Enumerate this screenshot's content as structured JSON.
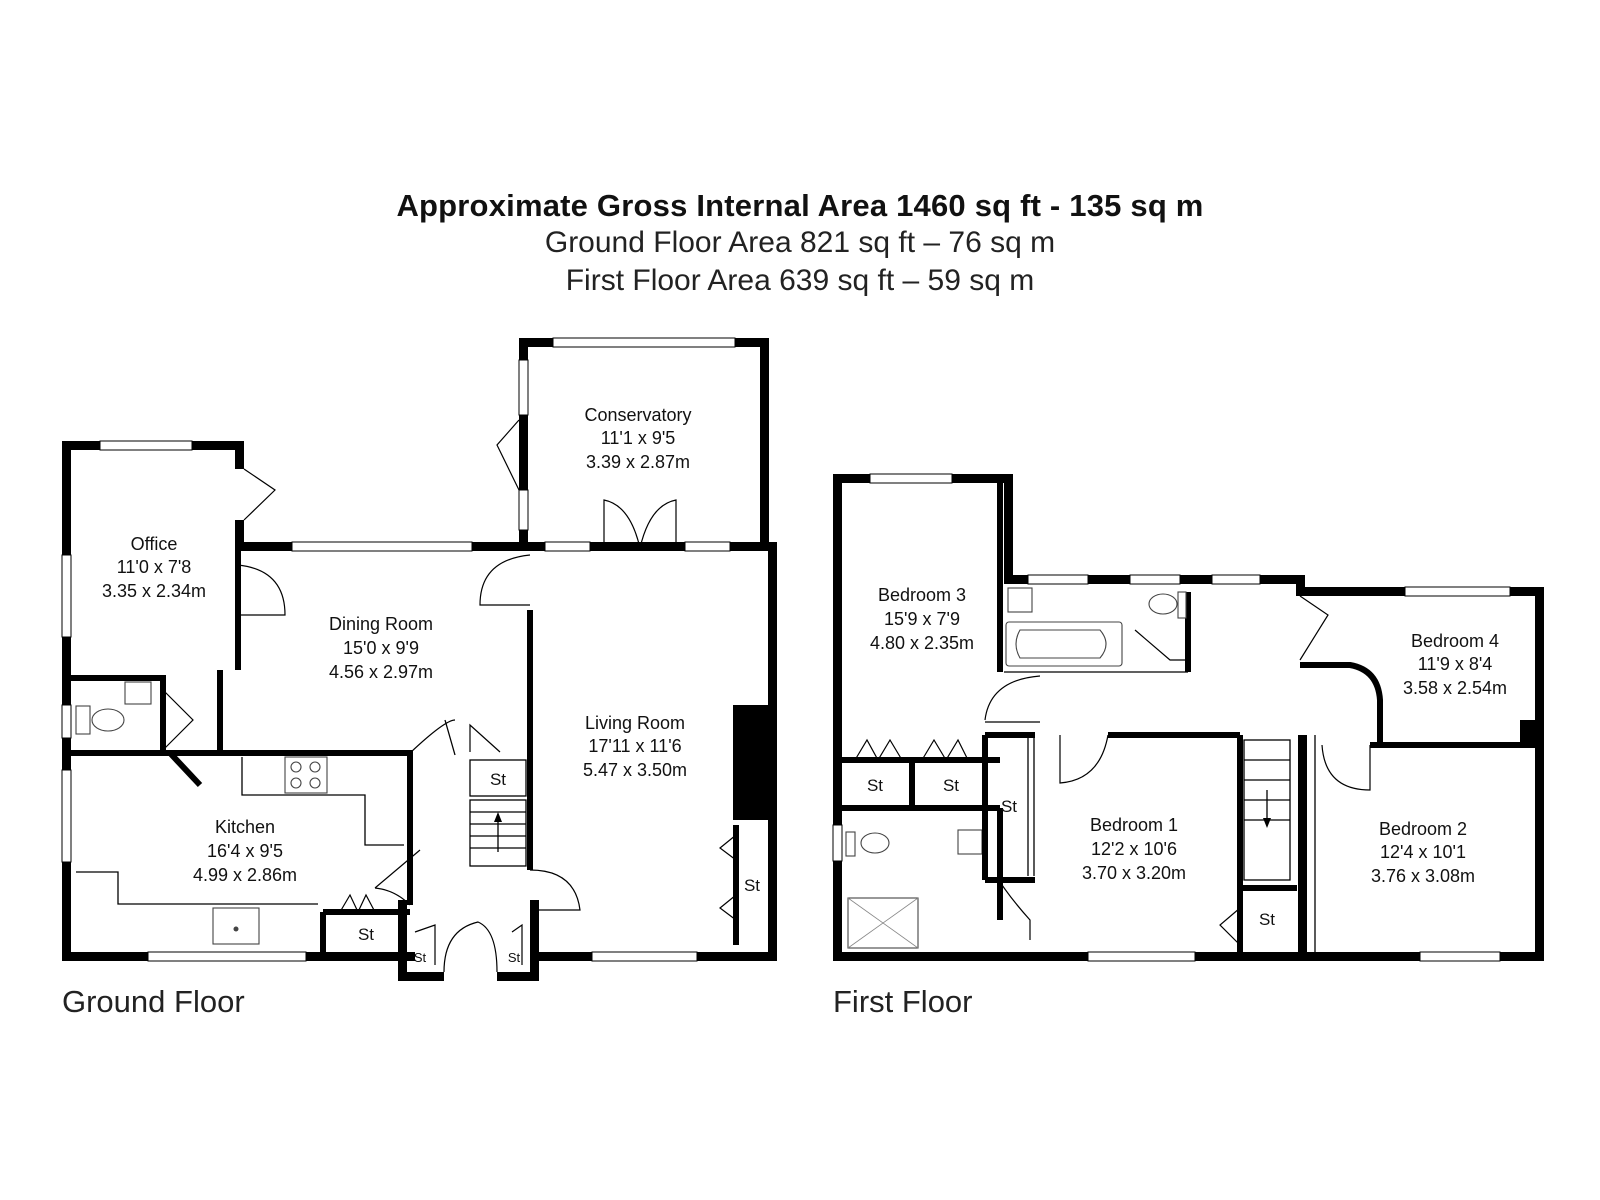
{
  "header": {
    "title": "Approximate Gross Internal Area 1460 sq ft - 135 sq m",
    "ground_area": "Ground Floor Area 821 sq ft – 76 sq m",
    "first_area": "First Floor Area 639 sq ft – 59 sq m"
  },
  "floors": {
    "ground": {
      "label": "Ground Floor",
      "rooms": {
        "office": {
          "name": "Office",
          "imperial": "11'0 x 7'8",
          "metric": "3.35 x 2.34m"
        },
        "conservatory": {
          "name": "Conservatory",
          "imperial": "11'1 x 9'5",
          "metric": "3.39 x 2.87m"
        },
        "dining": {
          "name": "Dining Room",
          "imperial": "15'0 x 9'9",
          "metric": "4.56 x 2.97m"
        },
        "living": {
          "name": "Living Room",
          "imperial": "17'11 x 11'6",
          "metric": "5.47 x 3.50m"
        },
        "kitchen": {
          "name": "Kitchen",
          "imperial": "16'4 x 9'5",
          "metric": "4.99 x 2.86m"
        }
      },
      "storage_label": "St"
    },
    "first": {
      "label": "First Floor",
      "rooms": {
        "bedroom3": {
          "name": "Bedroom 3",
          "imperial": "15'9 x 7'9",
          "metric": "4.80 x 2.35m"
        },
        "bedroom4": {
          "name": "Bedroom 4",
          "imperial": "11'9 x 8'4",
          "metric": "3.58 x 2.54m"
        },
        "bedroom1": {
          "name": "Bedroom 1",
          "imperial": "12'2 x 10'6",
          "metric": "3.70 x 3.20m"
        },
        "bedroom2": {
          "name": "Bedroom 2",
          "imperial": "12'4 x 10'1",
          "metric": "3.76 x 3.08m"
        }
      },
      "storage_label": "St"
    }
  }
}
